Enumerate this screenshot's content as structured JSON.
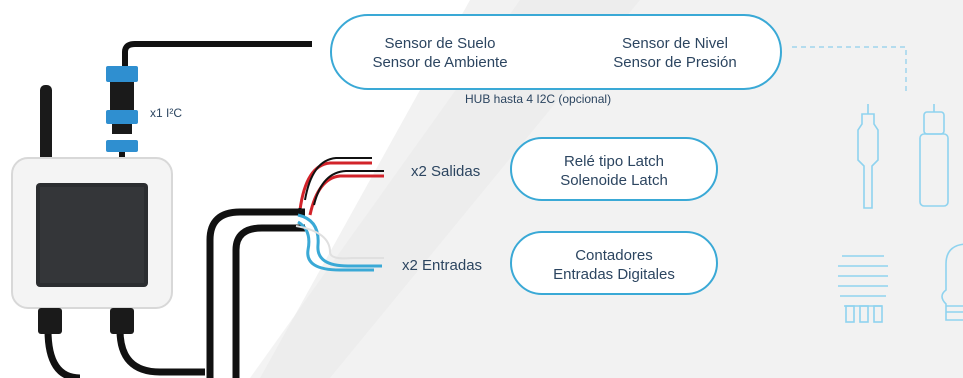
{
  "sensors_box": {
    "left_line1": "Sensor de Suelo",
    "left_line2": "Sensor de Ambiente",
    "right_line1": "Sensor de Nivel",
    "right_line2": "Sensor de Presión"
  },
  "hub_caption": "HUB hasta 4 I2C (opcional)",
  "i2c_label": "x1 I²C",
  "outputs": {
    "label": "x2 Salidas",
    "box_line1": "Relé tipo Latch",
    "box_line2": "Solenoide Latch"
  },
  "inputs": {
    "label": "x2 Entradas",
    "box_line1": "Contadores",
    "box_line2": "Entradas Digitales"
  },
  "colors": {
    "accent_blue": "#3aa9d6",
    "text_navy": "#2c4560",
    "wire_red": "#d2232a",
    "icon_lightblue": "#8fd3ef"
  }
}
